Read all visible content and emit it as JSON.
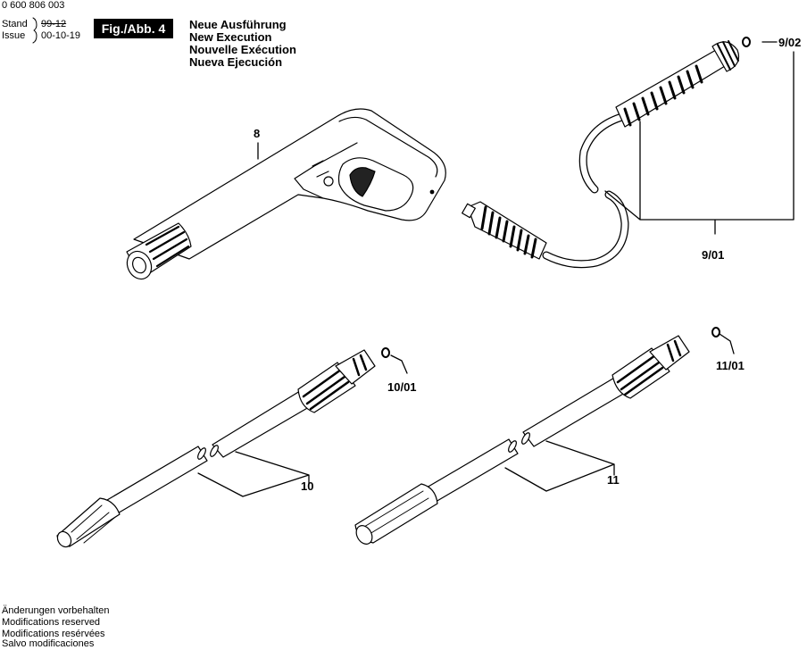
{
  "header": {
    "part_number": "0 600 806 003",
    "stand_label": "Stand",
    "issue_label": "Issue",
    "old_date": "99-12",
    "new_date": "00-10-19",
    "figure_label": "Fig./Abb. 4",
    "titles": [
      "Neue Ausführung",
      "New Execution",
      "Nouvelle Exécution",
      "Nueva Ejecución"
    ]
  },
  "callouts": {
    "gun": "8",
    "hose": "9/01",
    "hose_seal": "9/02",
    "lance_a": "10",
    "lance_a_seal": "10/01",
    "lance_b": "11",
    "lance_b_seal": "11/01"
  },
  "footer": {
    "notes": [
      "Änderungen vorbehalten",
      "Modifications reserved",
      "Modifications resérvées",
      "Salvo modificaciones"
    ]
  }
}
